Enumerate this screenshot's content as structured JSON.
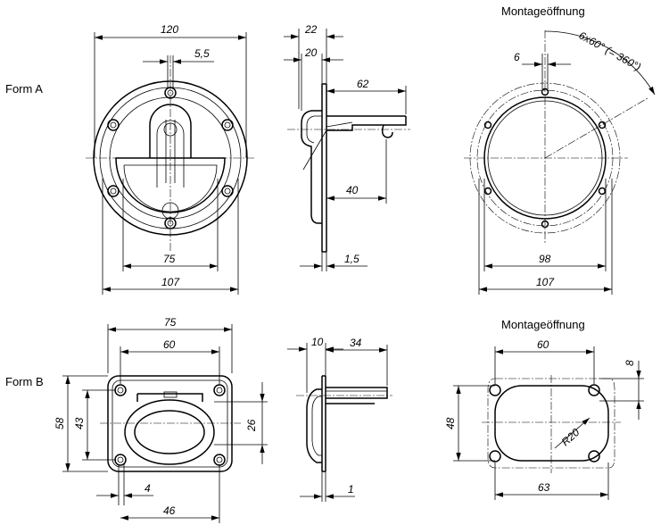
{
  "labels": {
    "form_a": "Form A",
    "form_b": "Form B",
    "mounting_a": "Montageöffnung",
    "mounting_b": "Montageöffnung"
  },
  "form_a": {
    "front": {
      "d120": "120",
      "d5_5": "5,5",
      "d75": "75",
      "d107": "107"
    },
    "side": {
      "d22": "22",
      "d20": "20",
      "d62": "62",
      "d40": "40",
      "d1_5": "1,5"
    },
    "cutout": {
      "pattern": "6x60° (= 360°)",
      "d6": "6",
      "d98": "98",
      "d107": "107"
    }
  },
  "form_b": {
    "front": {
      "d75": "75",
      "d60": "60",
      "d58": "58",
      "d43": "43",
      "d26": "26",
      "d4": "4",
      "d46": "46"
    },
    "side": {
      "d10": "10",
      "d34": "34",
      "d1": "1"
    },
    "cutout": {
      "d60": "60",
      "d8": "8",
      "d48": "48",
      "r20": "R20",
      "d63": "63"
    }
  }
}
